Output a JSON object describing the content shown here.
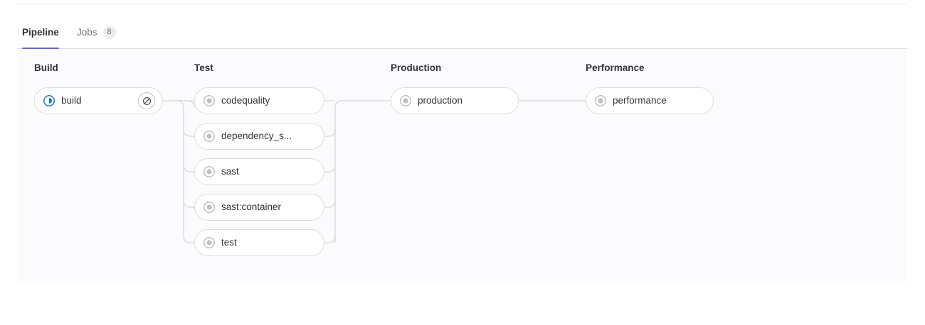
{
  "tabs": [
    {
      "id": "pipeline",
      "label": "Pipeline",
      "active": true,
      "badge": null
    },
    {
      "id": "jobs",
      "label": "Jobs",
      "active": false,
      "badge": "8"
    }
  ],
  "colors": {
    "tab_active_underline": "#6666c4",
    "status_running": "#1f75cb",
    "status_created": "#989898",
    "pill_border": "#dcdcde",
    "graph_background": "#fbfafd",
    "connector_line": "#dcdcde",
    "text_primary": "#333238",
    "text_muted": "#737278"
  },
  "pipeline": {
    "stages": [
      {
        "name": "Build",
        "jobs": [
          {
            "name": "build",
            "status": "running",
            "status_icon": "status-running-icon",
            "action_icon": "cancel-icon",
            "action_label": "Cancel"
          }
        ]
      },
      {
        "name": "Test",
        "jobs": [
          {
            "name": "codequality",
            "status": "created",
            "status_icon": "status-created-icon",
            "action_icon": null,
            "action_label": null
          },
          {
            "name": "dependency_s...",
            "status": "created",
            "status_icon": "status-created-icon",
            "action_icon": null,
            "action_label": null
          },
          {
            "name": "sast",
            "status": "created",
            "status_icon": "status-created-icon",
            "action_icon": null,
            "action_label": null
          },
          {
            "name": "sast:container",
            "status": "created",
            "status_icon": "status-created-icon",
            "action_icon": null,
            "action_label": null
          },
          {
            "name": "test",
            "status": "created",
            "status_icon": "status-created-icon",
            "action_icon": null,
            "action_label": null
          }
        ]
      },
      {
        "name": "Production",
        "jobs": [
          {
            "name": "production",
            "status": "created",
            "status_icon": "status-created-icon",
            "action_icon": null,
            "action_label": null
          }
        ]
      },
      {
        "name": "Performance",
        "jobs": [
          {
            "name": "performance",
            "status": "created",
            "status_icon": "status-created-icon",
            "action_icon": null,
            "action_label": null
          }
        ]
      }
    ]
  }
}
